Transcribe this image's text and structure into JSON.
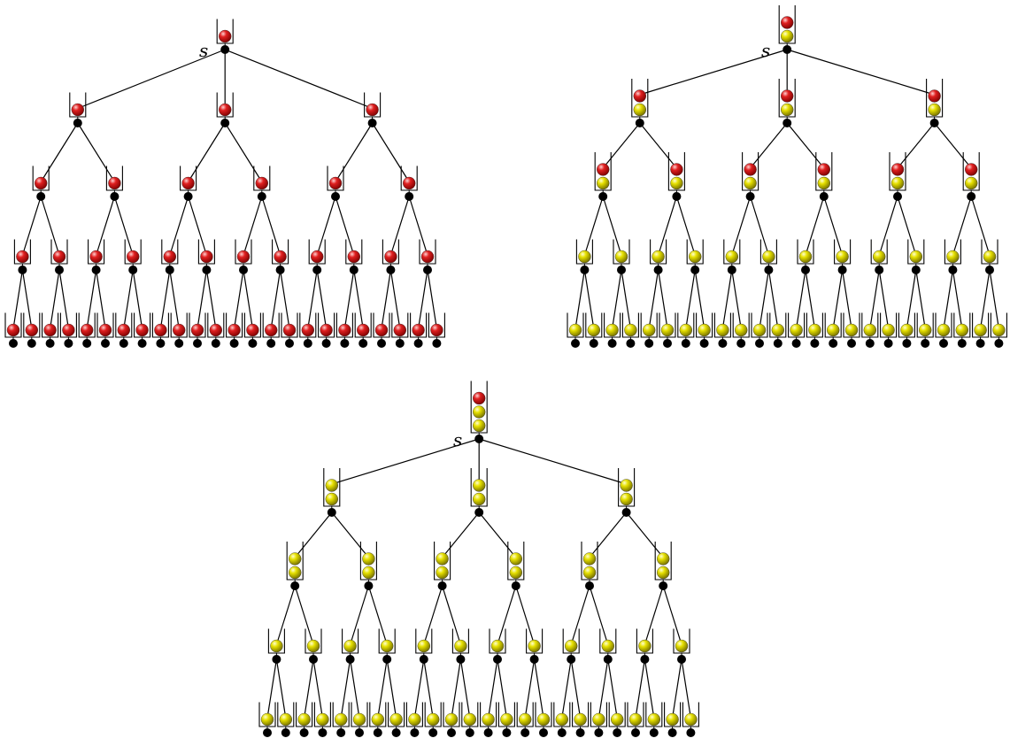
{
  "root_label": "s",
  "colors": {
    "red_ball": "#d40000",
    "yellow_ball": "#d8d400",
    "node": "#000000",
    "edge": "#000000",
    "tube": "#000000",
    "background": "#ffffff"
  },
  "tree": {
    "branching": [
      3,
      2,
      2,
      2
    ],
    "levels": 5
  },
  "panels": [
    {
      "id": "panel-1",
      "stacks": [
        [
          "red"
        ],
        [
          "red"
        ],
        [
          "red"
        ],
        [
          "red"
        ],
        [
          "red"
        ]
      ]
    },
    {
      "id": "panel-2",
      "stacks": [
        [
          "yellow",
          "red"
        ],
        [
          "yellow",
          "red"
        ],
        [
          "yellow",
          "red"
        ],
        [
          "yellow"
        ],
        [
          "yellow"
        ]
      ]
    },
    {
      "id": "panel-3",
      "stacks": [
        [
          "yellow",
          "yellow",
          "red"
        ],
        [
          "yellow",
          "yellow"
        ],
        [
          "yellow",
          "yellow"
        ],
        [
          "yellow"
        ],
        [
          "yellow"
        ]
      ]
    }
  ]
}
